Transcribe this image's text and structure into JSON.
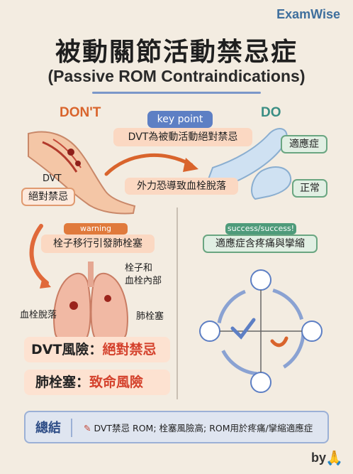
{
  "brand": "ExamWise",
  "title": "被動關節活動禁忌症",
  "subtitle": "(Passive ROM Contraindications)",
  "labels": {
    "dont": "DON'T",
    "do": "DO",
    "key_point": "key point",
    "key_point_text": "DVT為被動活動絕對禁忌",
    "force_text": "外力恐導致血栓脫落",
    "dvt": "DVT",
    "absolute": "絕對禁忌",
    "indication": "適應症",
    "normal": "正常",
    "warning_tag": "warning warning",
    "embolus_text": "栓子移行引發肺栓塞",
    "success_tag": "success/success!",
    "indication_text": "適應症含疼痛與攣縮",
    "embolus_and": "栓子和",
    "thrombus_inside": "血栓內部",
    "clot_detach": "血栓脫落",
    "pe": "肺栓塞"
  },
  "risks": [
    {
      "key": "DVT風險：",
      "value": "絕對禁忌"
    },
    {
      "key": "肺栓塞：",
      "value": "致命風險"
    }
  ],
  "summary": {
    "label": "總結",
    "icon": "syringe-icon",
    "text": "DVT禁忌 ROM; 栓塞風險高; ROM用於疼痛/攣縮適應症"
  },
  "footer": {
    "by": "by",
    "emoji": "🙏"
  },
  "colors": {
    "accent": "#d9642c",
    "do": "#3a8e84",
    "blue": "#5d7fc4",
    "danger": "#d4412c"
  }
}
